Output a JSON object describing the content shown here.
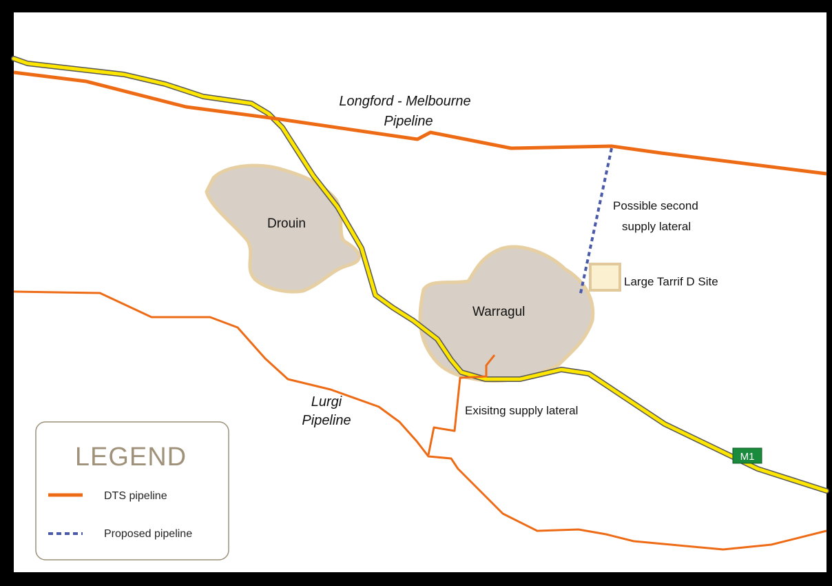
{
  "map": {
    "labels": {
      "longford_line1": "Longford - Melbourne",
      "longford_line2": "Pipeline",
      "lurgi_line1": "Lurgi",
      "lurgi_line2": "Pipeline",
      "drouin": "Drouin",
      "warragul": "Warragul",
      "possible_line1": "Possible second",
      "possible_line2": "supply lateral",
      "tariff_site": "Large Tarrif D Site",
      "existing_lateral": "Exisitng supply lateral",
      "highway_shield": "M1"
    },
    "legend": {
      "title": "LEGEND",
      "items": [
        {
          "label": "DTS pipeline",
          "style": "solid"
        },
        {
          "label": "Proposed pipeline",
          "style": "dashed"
        }
      ]
    },
    "colors": {
      "frame": "#000000",
      "background": "#ffffff",
      "dts_pipeline": "#ee6b16",
      "proposed_pipeline": "#4a5aa8",
      "highway": "#ffe600",
      "highway_casing": "#555555",
      "town_fill": "#d8cfc6",
      "town_border": "#e6cfa2",
      "site_fill": "#fbf0cf",
      "site_border": "#e2c99c",
      "shield": "#1a8a3c",
      "legend_border": "#9b8e78"
    }
  }
}
